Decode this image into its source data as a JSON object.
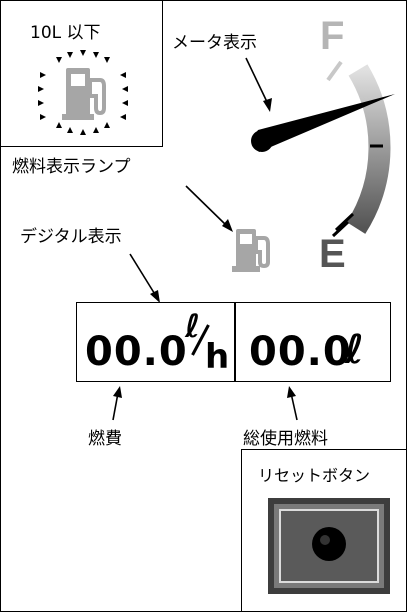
{
  "inset": {
    "title": "10L 以下"
  },
  "labels": {
    "meter": "メータ表示",
    "lamp": "燃料表示ランプ",
    "digital": "デジタル表示",
    "fuel_economy": "燃費",
    "total_fuel": "総使用燃料",
    "reset_button": "リセットボタン"
  },
  "gauge": {
    "full_label": "F",
    "empty_label": "E",
    "needle_position": "F"
  },
  "display": {
    "left_value": "00.0",
    "left_unit_top": "ℓ",
    "left_unit_bottom": "h",
    "right_value": "00.0",
    "right_unit": "ℓ"
  },
  "colors": {
    "gauge_dark": "#595959",
    "gauge_light": "#cfcfcf",
    "icon_gray": "#a6a6a6",
    "needle": "#000000"
  }
}
